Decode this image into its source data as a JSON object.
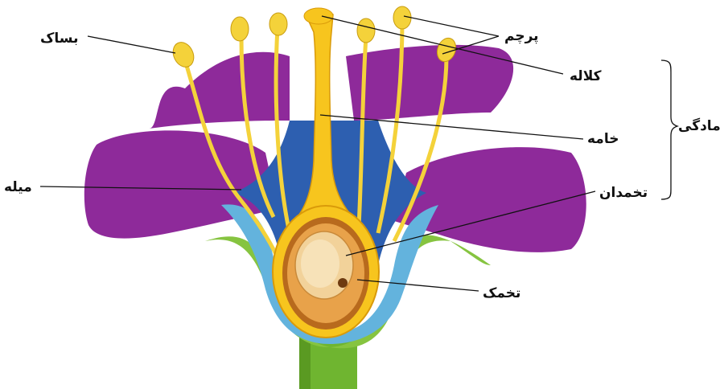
{
  "labels": {
    "anther": "بساک",
    "stamen": "پرچم",
    "stigma": "کلاله",
    "pistil": "مادگی",
    "style": "خامه",
    "filament": "میله",
    "ovary": "تخمدان",
    "ovule": "تخمک"
  },
  "colors": {
    "petal": "#8e2a9a",
    "petal_dark": "#5e1470",
    "receptacle_green": "#86c440",
    "receptacle_blue": "#63b3dd",
    "inner_blue": "#2d5fb0",
    "pistil_yellow": "#f7c51e",
    "stamen_yellow": "#f4d23a",
    "ovary_inner": "#e8a24a",
    "ovule": "#f2d29a"
  }
}
